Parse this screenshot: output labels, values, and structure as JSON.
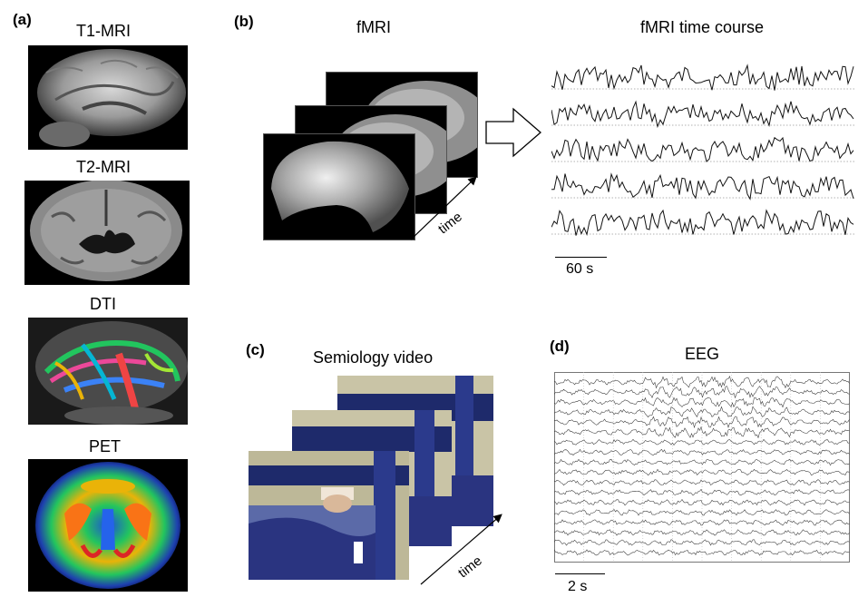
{
  "panel_a": {
    "label": "(a)",
    "modalities": [
      {
        "title": "T1-MRI",
        "icon": "sagittal-brain-mri-image"
      },
      {
        "title": "T2-MRI",
        "icon": "coronal-brain-mri-image"
      },
      {
        "title": "DTI",
        "icon": "tractography-image"
      },
      {
        "title": "PET",
        "icon": "pet-heatmap-image"
      }
    ]
  },
  "panel_b": {
    "label": "(b)",
    "fmri_title": "fMRI",
    "stack_axis_label": "time",
    "timecourse_title": "fMRI time course",
    "trace_count": 5,
    "scale_bar_label": "60 s"
  },
  "panel_c": {
    "label": "(c)",
    "title": "Semiology video",
    "stack_axis_label": "time"
  },
  "panel_d": {
    "label": "(d)",
    "title": "EEG",
    "channel_count": 18,
    "scale_bar_label": "2 s"
  }
}
